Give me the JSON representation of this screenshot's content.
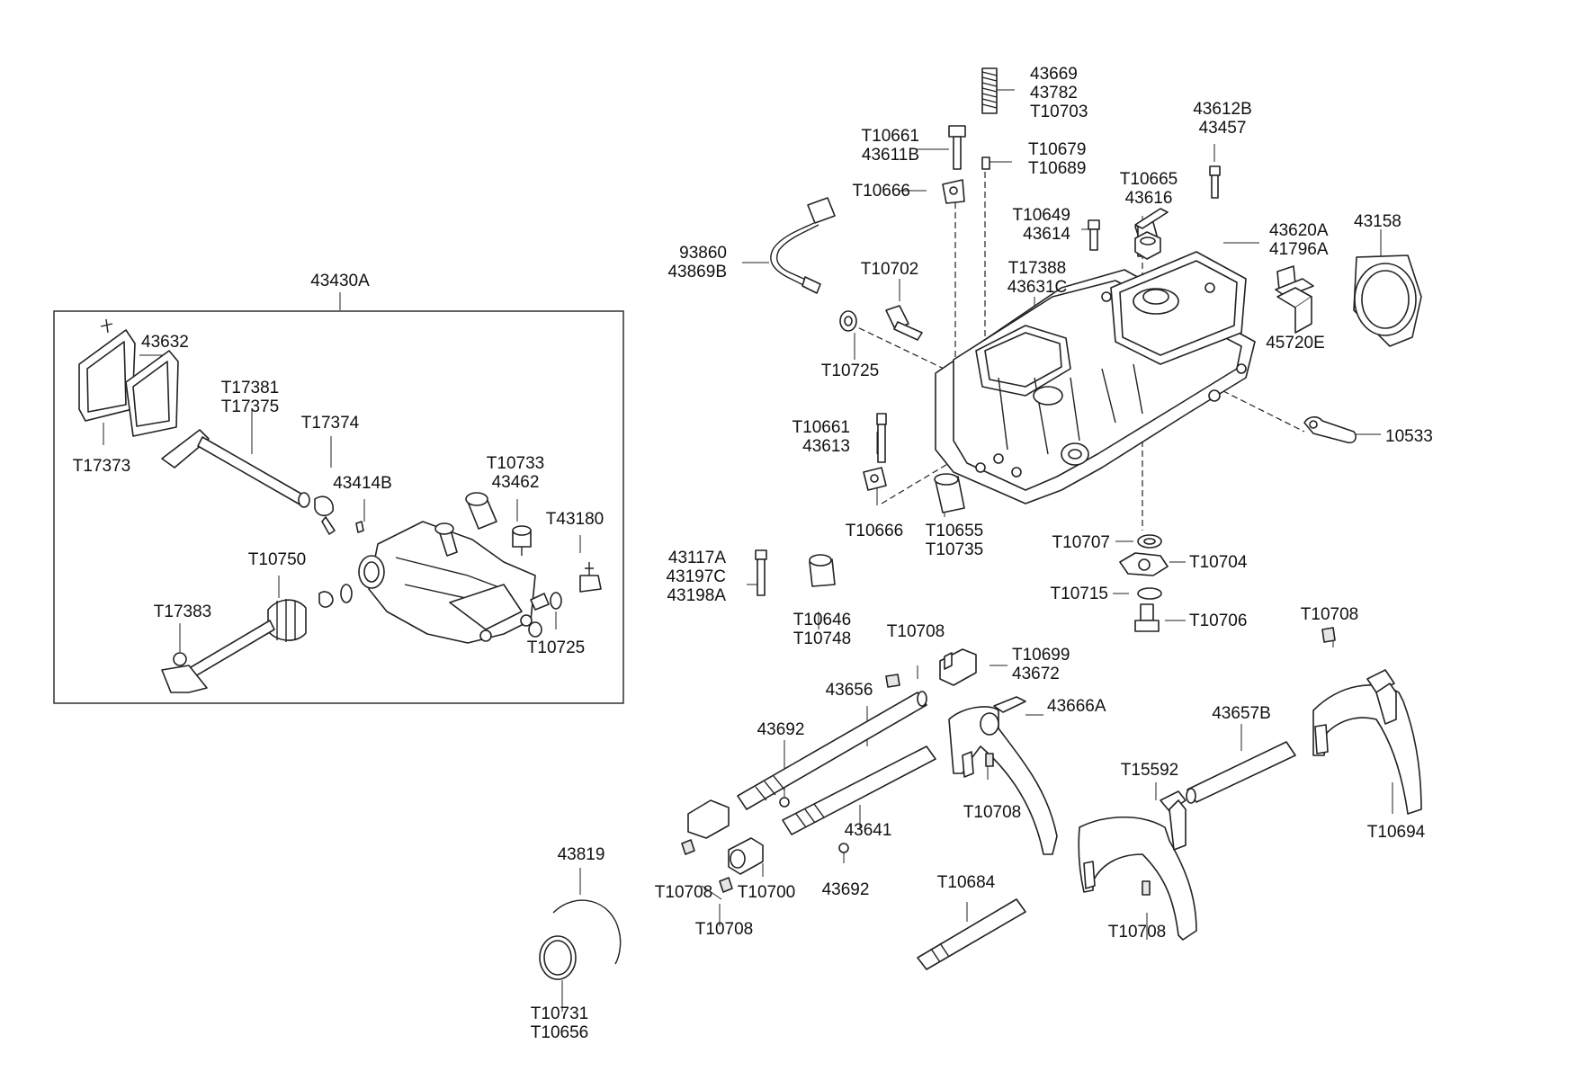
{
  "diagram": {
    "labels": {
      "c43669": [
        "43669",
        "43782",
        "T10703"
      ],
      "c10661a": [
        "T10661",
        "43611B"
      ],
      "c10679": [
        "T10679",
        "T10689"
      ],
      "c10666a": [
        "T10666"
      ],
      "c43612b": [
        "43612B",
        "43457"
      ],
      "c10665": [
        "T10665",
        "43616"
      ],
      "c10649": [
        "T10649",
        "43614"
      ],
      "c43620a": [
        "43620A",
        "41796A"
      ],
      "c43158": [
        "43158"
      ],
      "c93860": [
        "93860",
        "43869B"
      ],
      "c10702": [
        "T10702"
      ],
      "c17388": [
        "T17388",
        "43631C"
      ],
      "c45720e": [
        "45720E"
      ],
      "c10725a": [
        "T10725"
      ],
      "c10533": [
        "10533"
      ],
      "c10661b": [
        "T10661",
        "43613"
      ],
      "c10666b": [
        "T10666"
      ],
      "c10655": [
        "T10655",
        "T10735"
      ],
      "c10707": [
        "T10707"
      ],
      "c10704": [
        "T10704"
      ],
      "c43117a": [
        "43117A",
        "43197C",
        "43198A"
      ],
      "c10715": [
        "T10715"
      ],
      "c10706": [
        "T10706"
      ],
      "c10646": [
        "T10646",
        "T10748"
      ],
      "c10708r": [
        "T10708"
      ],
      "c10708m": [
        "T10708"
      ],
      "c10699": [
        "T10699",
        "43672"
      ],
      "c43656": [
        "43656"
      ],
      "c43666a": [
        "43666A"
      ],
      "c43692a": [
        "43692"
      ],
      "c43657b": [
        "43657B"
      ],
      "c10708f": [
        "T10708"
      ],
      "c15592": [
        "T15592"
      ],
      "c43641": [
        "43641"
      ],
      "c10694": [
        "T10694"
      ],
      "c10708l1": [
        "T10708"
      ],
      "c10700": [
        "T10700"
      ],
      "c43692b": [
        "43692"
      ],
      "c10708l2": [
        "T10708"
      ],
      "c10684": [
        "T10684"
      ],
      "c10708b": [
        "T10708"
      ],
      "c43819": [
        "43819"
      ],
      "c10731": [
        "T10731",
        "T10656"
      ],
      "c43430a": [
        "43430A"
      ],
      "c43632": [
        "43632"
      ],
      "c17381": [
        "T17381",
        "T17375"
      ],
      "c17374": [
        "T17374"
      ],
      "c17373": [
        "T17373"
      ],
      "c43414b": [
        "43414B"
      ],
      "c10733": [
        "T10733",
        "43462"
      ],
      "c43180": [
        "T43180"
      ],
      "c10750": [
        "T10750"
      ],
      "c17383": [
        "T17383"
      ],
      "c10725b": [
        "T10725"
      ]
    }
  }
}
